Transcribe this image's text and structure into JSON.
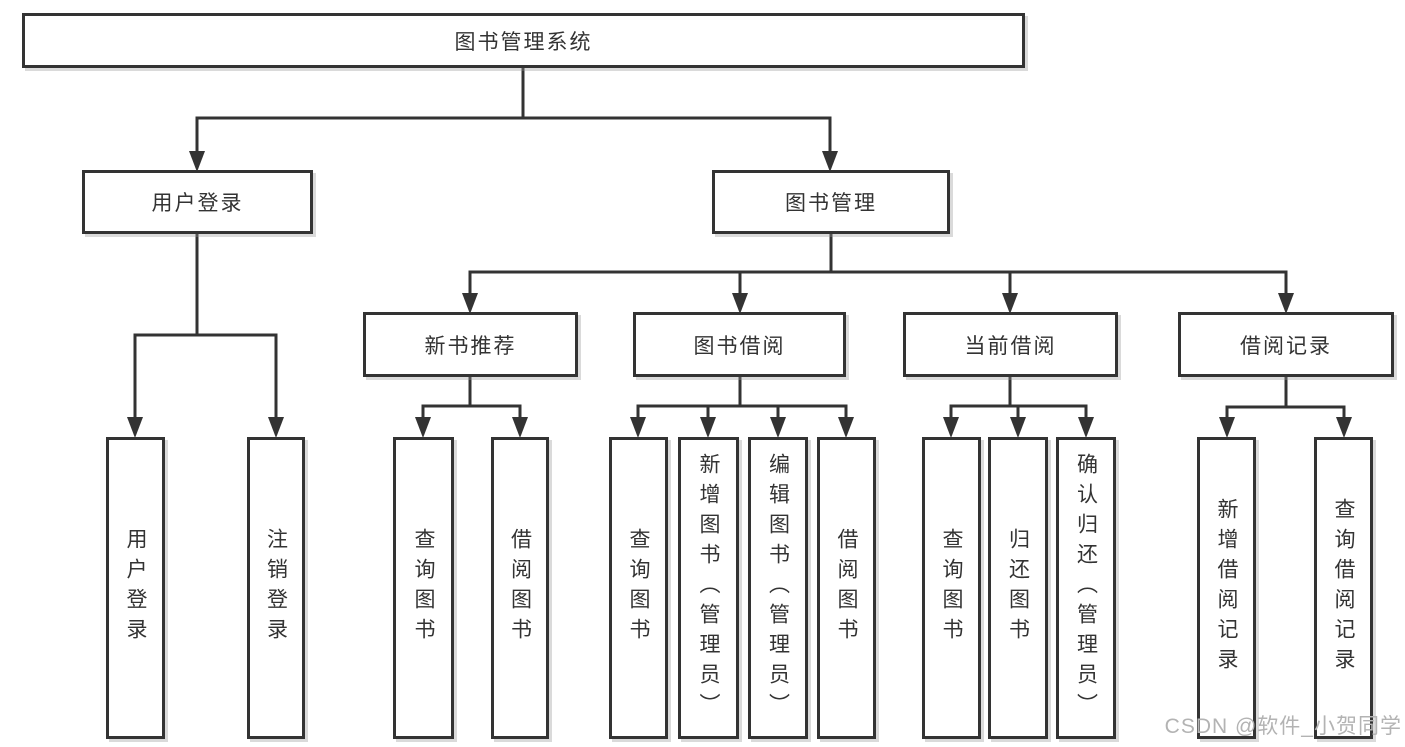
{
  "diagram": {
    "root": {
      "label": "图书管理系统",
      "children": [
        {
          "label": "用户登录",
          "children": [
            {
              "label": "用户登录"
            },
            {
              "label": "注销登录"
            }
          ]
        },
        {
          "label": "图书管理",
          "children": [
            {
              "label": "新书推荐",
              "children": [
                {
                  "label": "查询图书"
                },
                {
                  "label": "借阅图书"
                }
              ]
            },
            {
              "label": "图书借阅",
              "children": [
                {
                  "label": "查询图书"
                },
                {
                  "label": "新增图书（管理员）"
                },
                {
                  "label": "编辑图书（管理员）"
                },
                {
                  "label": "借阅图书"
                }
              ]
            },
            {
              "label": "当前借阅",
              "children": [
                {
                  "label": "查询图书"
                },
                {
                  "label": "归还图书"
                },
                {
                  "label": "确认归还（管理员）"
                }
              ]
            },
            {
              "label": "借阅记录",
              "children": [
                {
                  "label": "新增借阅记录"
                },
                {
                  "label": "查询借阅记录"
                }
              ]
            }
          ]
        }
      ]
    }
  },
  "watermark": {
    "text": "CSDN @软件_小贺同学"
  },
  "colors": {
    "line": "#333333",
    "box_border": "#333333",
    "box_fill": "#ffffff",
    "text": "#333333",
    "watermark": "#b3b3b3",
    "background": "#ffffff"
  }
}
